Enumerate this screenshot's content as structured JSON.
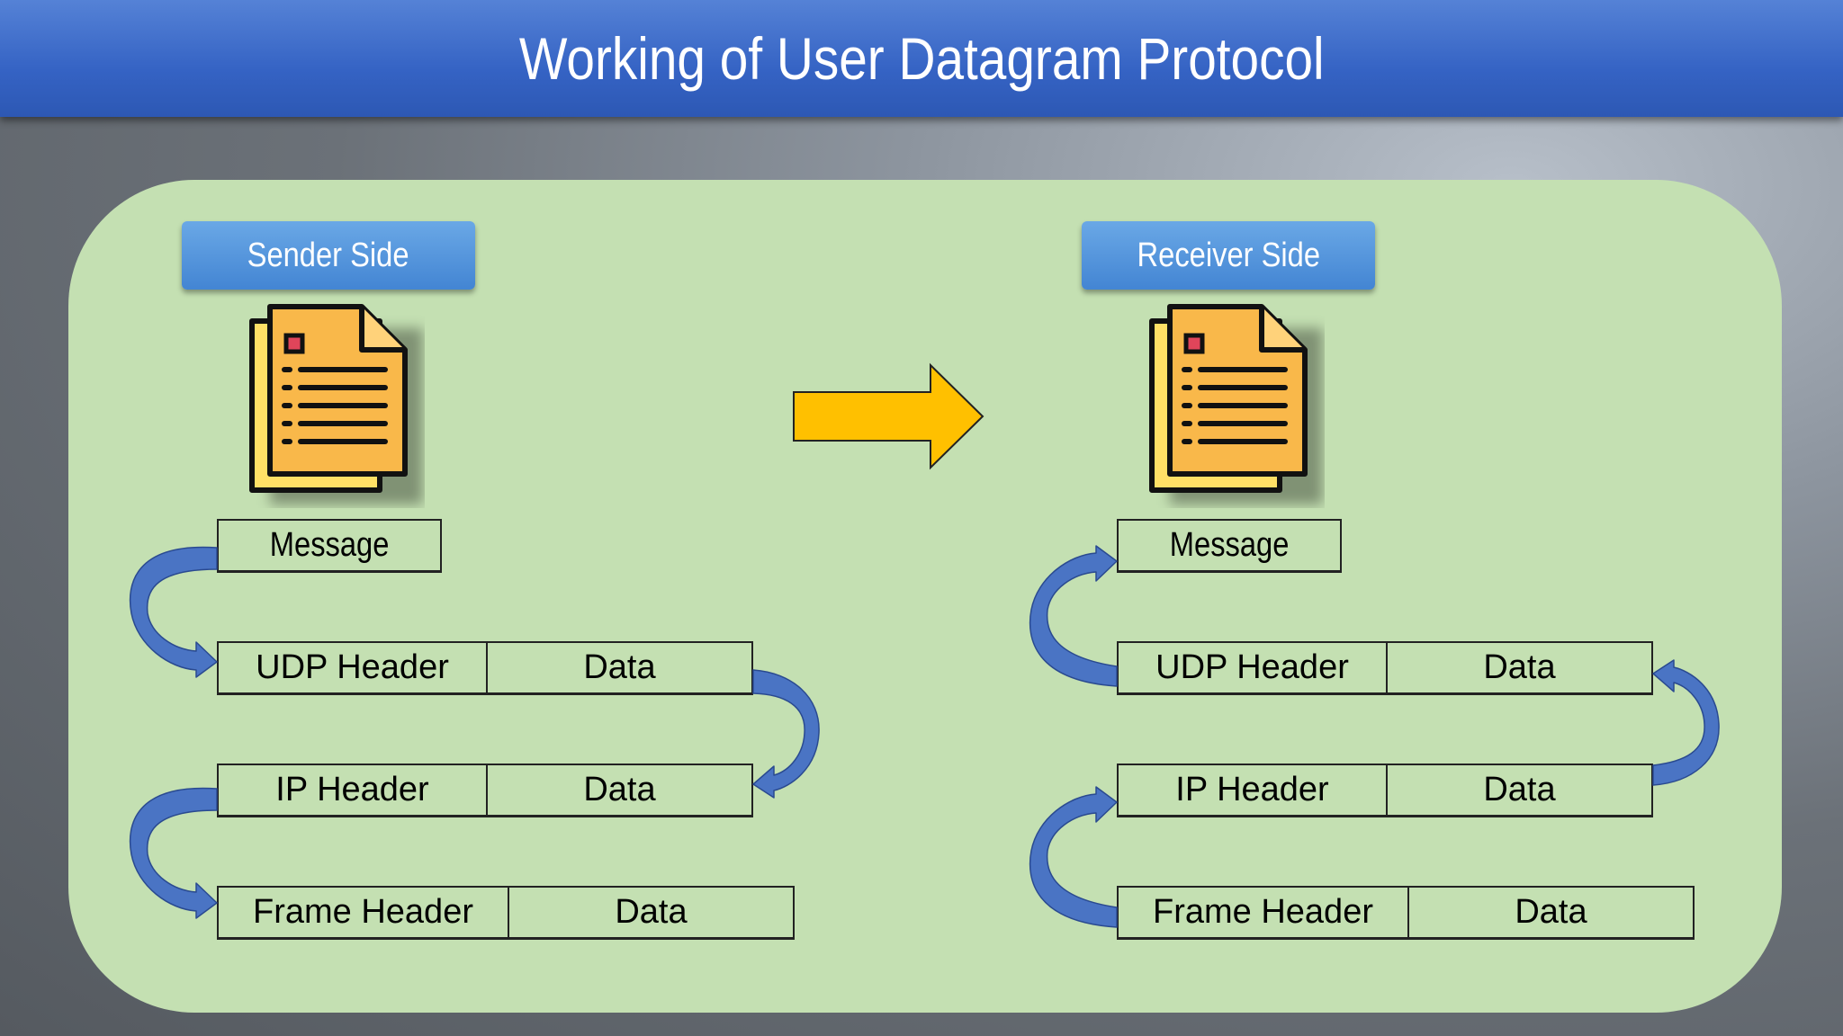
{
  "title": "Working of User Datagram Protocol",
  "sender": {
    "label": "Sender Side",
    "message": "Message",
    "udp": {
      "header": "UDP Header",
      "data": "Data"
    },
    "ip": {
      "header": "IP Header",
      "data": "Data"
    },
    "frame": {
      "header": "Frame Header",
      "data": "Data"
    }
  },
  "receiver": {
    "label": "Receiver Side",
    "message": "Message",
    "udp": {
      "header": "UDP Header",
      "data": "Data"
    },
    "ip": {
      "header": "IP Header",
      "data": "Data"
    },
    "frame": {
      "header": "Frame Header",
      "data": "Data"
    }
  },
  "colors": {
    "title_bar": "#3563c4",
    "panel": "#c4e0b2",
    "label_fill": "#4385d3",
    "curved_arrow": "#4a74c4",
    "transfer_arrow": "#ffc000",
    "document": "#f9b84a"
  },
  "icons": [
    "document-icon",
    "transfer-arrow-icon",
    "curved-arrow-icon"
  ]
}
